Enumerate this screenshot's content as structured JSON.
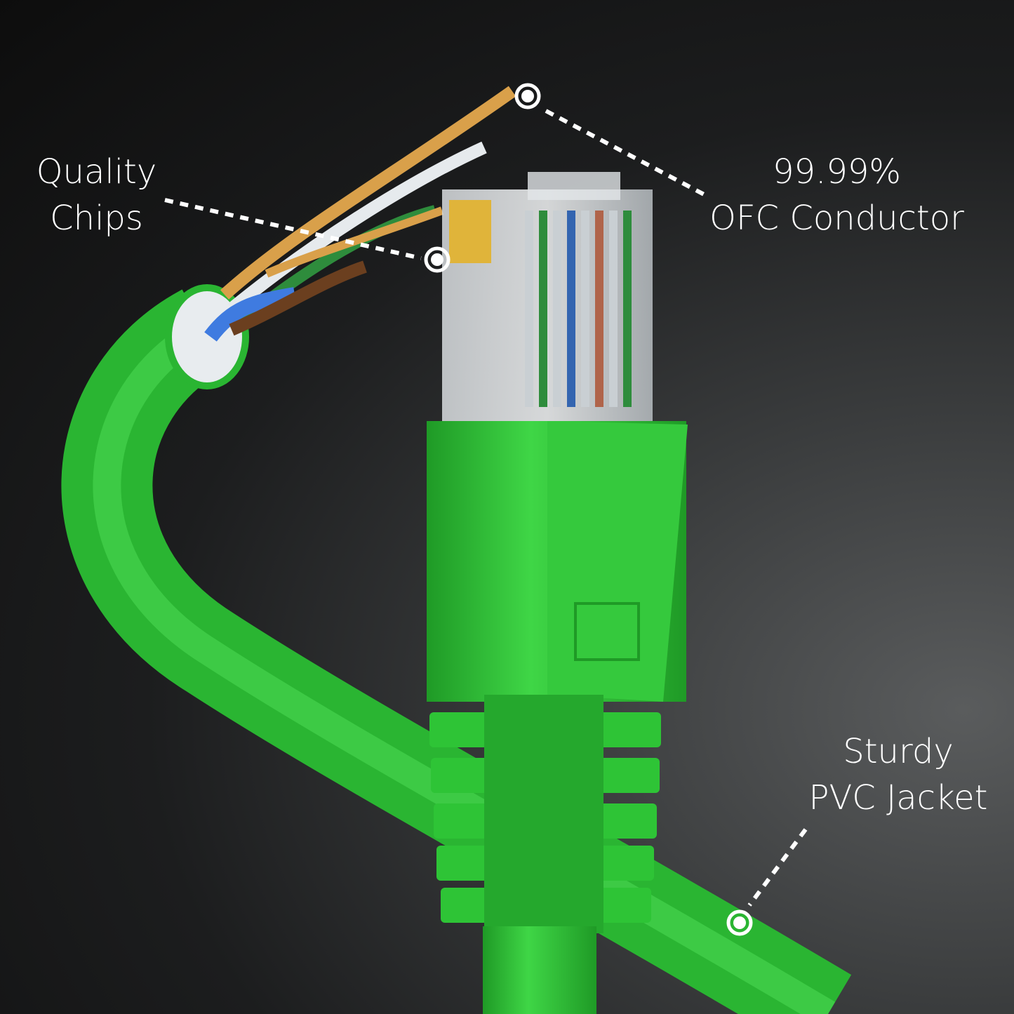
{
  "callouts": {
    "quality_chips": {
      "line1": "Quality",
      "line2": "Chips"
    },
    "ofc_conductor": {
      "line1": "99.99%",
      "line2": "OFC Conductor"
    },
    "pvc_jacket": {
      "line1": "Sturdy",
      "line2": "PVC Jacket"
    }
  },
  "colors": {
    "background_dark": "#0d0d0d",
    "background_light": "#5a5c5d",
    "cable_green": "#2ec436",
    "cable_green_dark": "#1f9a26",
    "copper": "#d9a04a",
    "text": "#ffffff"
  }
}
